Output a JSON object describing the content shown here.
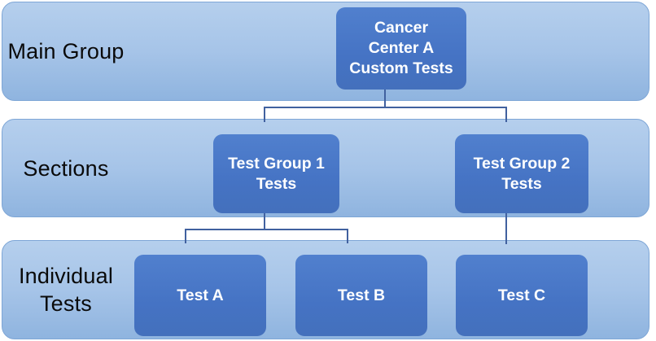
{
  "diagram": {
    "type": "hierarchy-org-chart",
    "rows": [
      {
        "label": "Main Group",
        "nodes": [
          {
            "lines": [
              "Cancer",
              "Center A",
              "Custom Tests"
            ]
          }
        ]
      },
      {
        "label": "Sections",
        "nodes": [
          {
            "lines": [
              "Test Group 1",
              "Tests"
            ]
          },
          {
            "lines": [
              "Test Group 2",
              "Tests"
            ]
          }
        ]
      },
      {
        "label": "Individual Tests",
        "nodes": [
          {
            "lines": [
              "Test A"
            ]
          },
          {
            "lines": [
              "Test B"
            ]
          },
          {
            "lines": [
              "Test C"
            ]
          }
        ]
      }
    ],
    "edges": [
      {
        "from": "Cancer Center A Custom Tests",
        "to": "Test Group 1 Tests"
      },
      {
        "from": "Cancer Center A Custom Tests",
        "to": "Test Group 2 Tests"
      },
      {
        "from": "Test Group 1 Tests",
        "to": "Test A"
      },
      {
        "from": "Test Group 1 Tests",
        "to": "Test B"
      },
      {
        "from": "Test Group 2 Tests",
        "to": "Test C"
      }
    ],
    "colors": {
      "band_fill_top": "#b5cfed",
      "band_fill_bottom": "#8fb4df",
      "band_border": "#7ea6d6",
      "node_fill_top": "#5180ce",
      "node_fill_bottom": "#4470bc",
      "node_text": "#ffffff",
      "connector": "#41619f",
      "label_text": "#0a0a0a",
      "background": "#ffffff"
    }
  }
}
